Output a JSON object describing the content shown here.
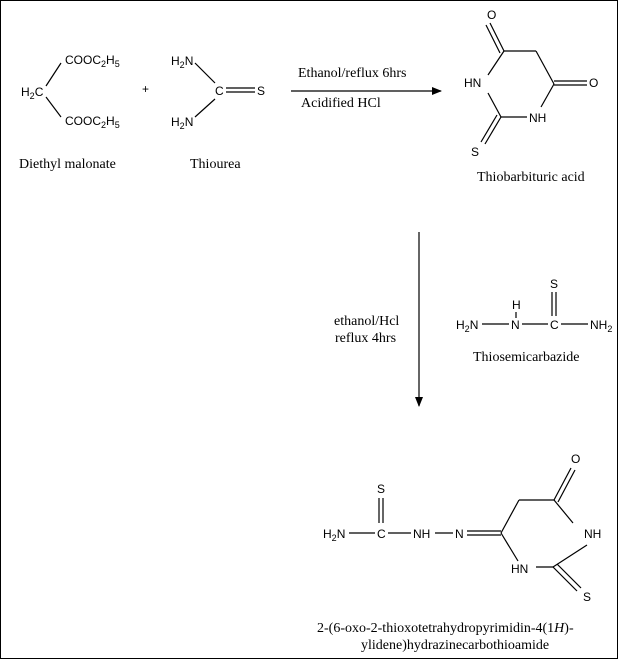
{
  "compounds": {
    "diethyl_malonate": {
      "name": "Diethyl malonate",
      "group_top": "COOC",
      "group_top_sub": "2",
      "group_top_tail": "H",
      "group_top_tail_sub": "5",
      "group_bottom": "COOC",
      "group_bottom_sub": "2",
      "group_bottom_tail": "H",
      "group_bottom_tail_sub": "5",
      "ch2": "H",
      "ch2_sub": "2",
      "ch2_tail": "C"
    },
    "plus": "+",
    "thiourea": {
      "name": "Thiourea",
      "nh2_top": "H",
      "nh2_top_sub": "2",
      "nh2_top_tail": "N",
      "nh2_bottom": "H",
      "nh2_bottom_sub": "2",
      "nh2_bottom_tail": "N",
      "c": "C",
      "s": "S"
    },
    "thiobarbituric_acid": {
      "name": "Thiobarbituric acid",
      "o_left": "O",
      "o_right": "O",
      "hn": "HN",
      "nh": "NH",
      "s": "S"
    },
    "thiosemicarbazide": {
      "name": "Thiosemicarbazide",
      "s": "S",
      "h2n": "H",
      "h2n_sub": "2",
      "h2n_tail": "N",
      "h": "H",
      "n": "N",
      "c": "C",
      "nh2": "NH",
      "nh2_sub": "2"
    },
    "product": {
      "name_line1_a": "2-(6-oxo-2-thioxotetrahydropyrimidin-4(1",
      "name_line1_italic": "H",
      "name_line1_b": ")-",
      "name_line2": "ylidene)hydrazinecarbothioamide",
      "s_top": "S",
      "h2n": "H",
      "h2n_sub": "2",
      "h2n_tail": "N",
      "c": "C",
      "nh": "NH",
      "n": "N",
      "o": "O",
      "nh_ring": "NH",
      "hn_ring": "HN",
      "s_ring": "S"
    }
  },
  "reactions": {
    "step1_line1": "Ethanol/reflux 6hrs",
    "step1_line2": "Acidified HCl",
    "step2_line1": "ethanol/Hcl",
    "step2_line2": "reflux 4hrs"
  }
}
